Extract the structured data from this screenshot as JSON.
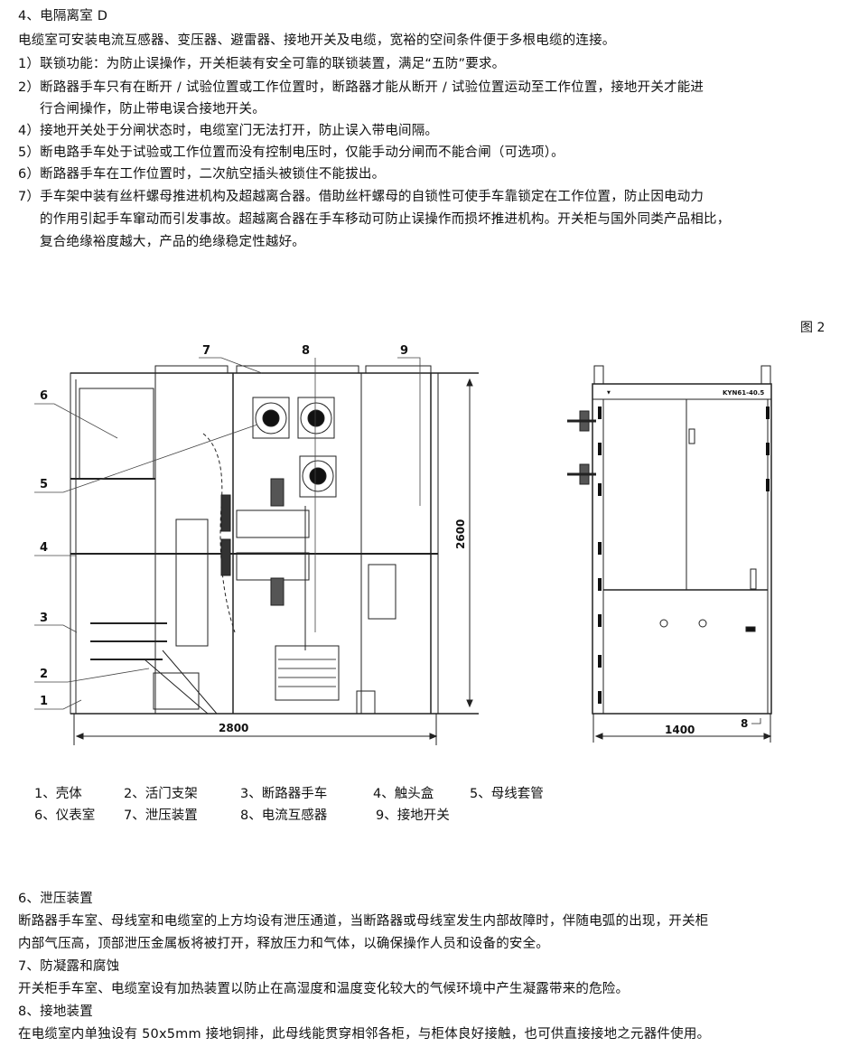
{
  "section4": {
    "title": "4、电隔离室 D",
    "intro": "电缆室可安装电流互感器、变压器、避雷器、接地开关及电缆，宽裕的空间条件便于多根电缆的连接。",
    "items": [
      "1）联锁功能：为防止误操作，开关柜装有安全可靠的联锁装置，满足“五防”要求。",
      "2）断路器手车只有在断开 / 试验位置或工作位置时，断路器才能从断开 / 试验位置运动至工作位置，接地开关才能进",
      "行合闸操作，防止带电误合接地开关。",
      "4）接地开关处于分闸状态时，电缆室门无法打开，防止误入带电间隔。",
      "5）断电路手车处于试验或工作位置而没有控制电压时，仅能手动分闸而不能合闸（可选项）。",
      "6）断路器手车在工作位置时，二次航空插头被锁住不能拔出。",
      "7）手车架中装有丝杆螺母推进机构及超越离合器。借助丝杆螺母的自锁性可使手车靠锁定在工作位置，防止因电动力",
      "的作用引起手车窜动而引发事故。超越离合器在手车移动可防止误操作而损坏推进机构。开关柜与国外同类产品相比，",
      "复合绝缘裕度越大，产品的绝缘稳定性越好。"
    ]
  },
  "figure": {
    "number": "图 2",
    "callouts": [
      "1",
      "2",
      "3",
      "4",
      "5",
      "6",
      "7",
      "8",
      "9"
    ],
    "dim_width_side": "2800",
    "dim_height": "2600",
    "dim_width_front": "1400",
    "front_mark": "8",
    "model_plate": "KYN61-40.5",
    "legend": [
      "1、壳体",
      "2、活门支架",
      "3、断路器手车",
      "4、触头盒",
      "5、母线套管",
      "6、仪表室",
      "7、泄压装置",
      "8、电流互感器",
      "9、接地开关"
    ]
  },
  "section6": {
    "title": "6、泄压装置",
    "lines": [
      "断路器手车室、母线室和电缆室的上方均设有泄压通道，当断路器或母线室发生内部故障时，伴随电弧的出现，开关柜",
      "内部气压高，顶部泄压金属板将被打开，释放压力和气体，以确保操作人员和设备的安全。"
    ]
  },
  "section7": {
    "title": "7、防凝露和腐蚀",
    "lines": [
      "开关柜手车室、电缆室设有加热装置以防止在高湿度和温度变化较大的气候环境中产生凝露带来的危险。"
    ]
  },
  "section8": {
    "title": "8、接地装置",
    "lines": [
      "在电缆室内单独设有 50x5mm 接地铜排，此母线能贯穿相邻各柜，与柜体良好接触，也可供直接接地之元器件使用。"
    ]
  }
}
